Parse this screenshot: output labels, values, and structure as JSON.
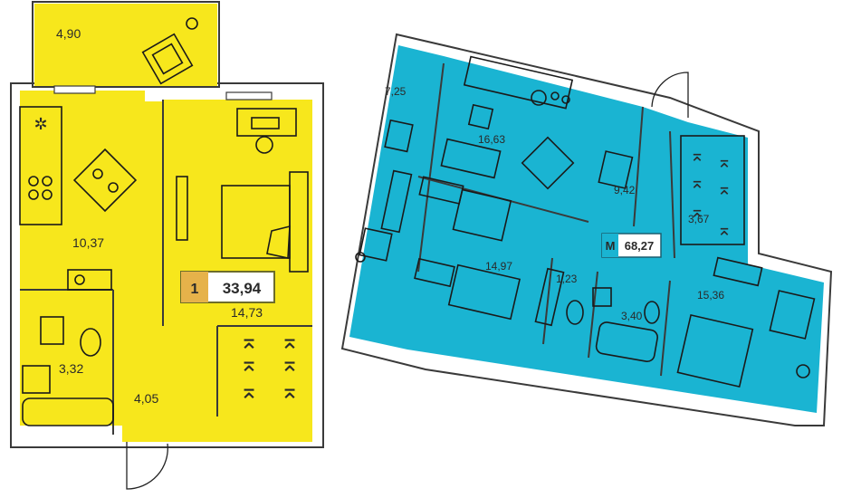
{
  "colors": {
    "plan_left": "#f7e71c",
    "plan_right": "#1ab4d2",
    "wall": "#3a3a3a"
  },
  "left_plan": {
    "apartment": {
      "rooms": "1",
      "area": "33,94"
    },
    "areas": {
      "balcony": "4,90",
      "kitchen": "10,37",
      "room": "14,73",
      "bath": "3,32",
      "hall": "4,05"
    }
  },
  "right_plan": {
    "apartment": {
      "rooms": "M",
      "area": "68,27"
    },
    "areas": {
      "loggia": "7,25",
      "kitchen": "16,63",
      "room_a": "14,97",
      "wc": "1,23",
      "hall": "9,42",
      "wardrobe": "3,67",
      "bath": "3,40",
      "room_b": "15,36"
    }
  }
}
